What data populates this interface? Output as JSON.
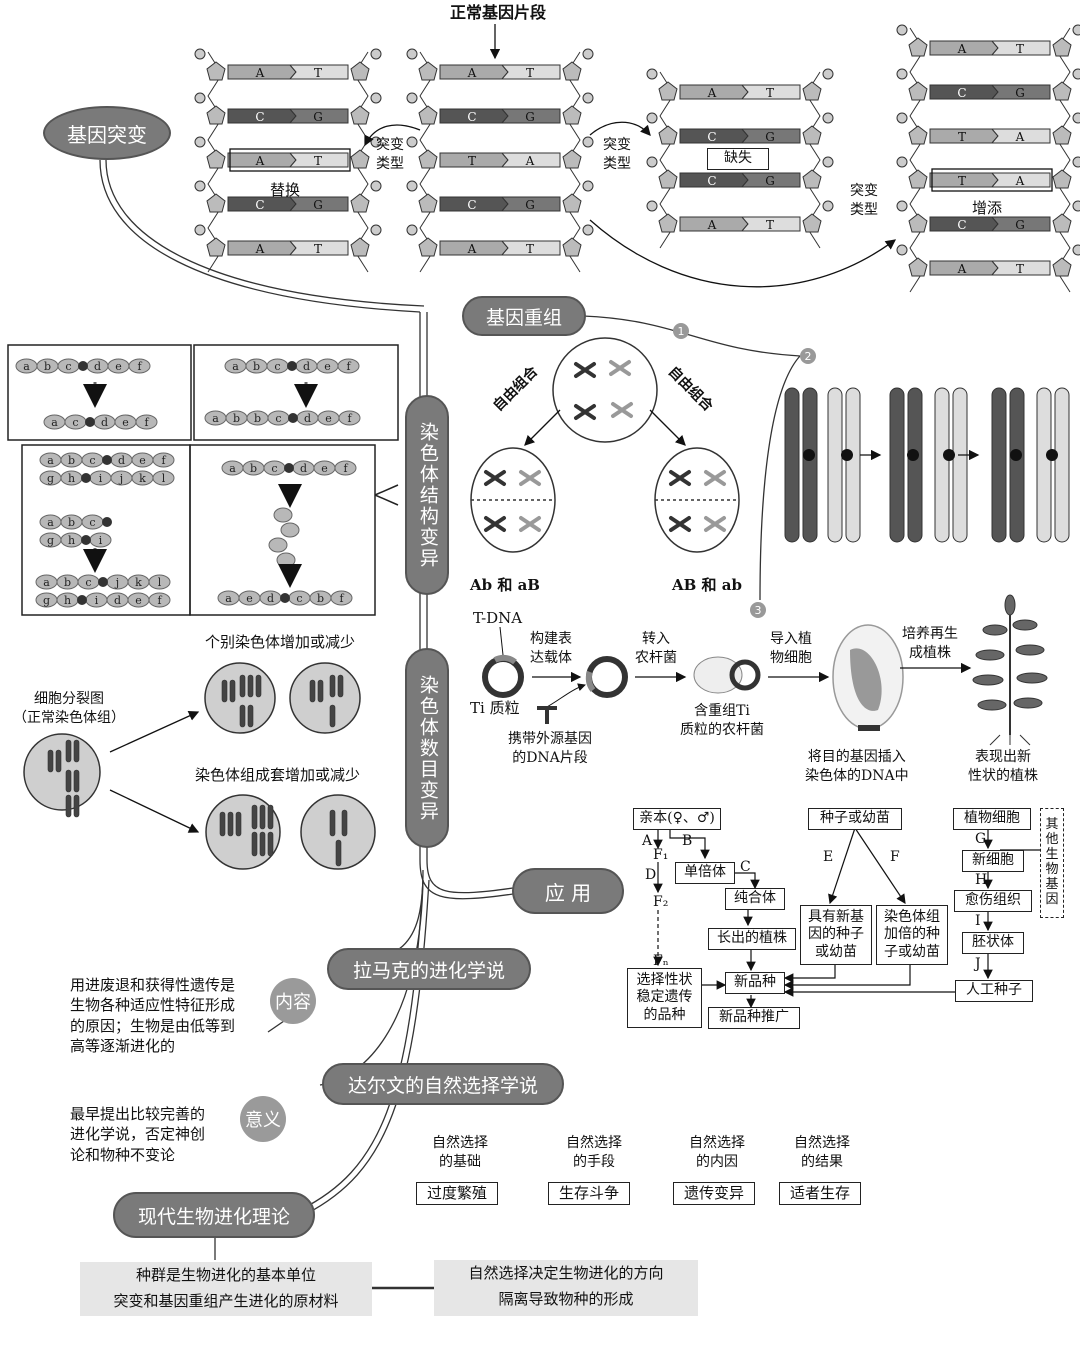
{
  "mutation": {
    "title": "基因突变",
    "normal_label": "正常基因片段",
    "type_label": "突变\n类型",
    "substitution": "替换",
    "deletion": "缺失",
    "insertion": "增添",
    "bases": {
      "A": "A",
      "T": "T",
      "C": "C",
      "G": "G"
    }
  },
  "recombination": {
    "title": "基因重组",
    "free_combo": "自由组合",
    "result_left": "Ab 和 aB",
    "result_right": "AB 和 ab",
    "markers": [
      "1",
      "2",
      "3"
    ]
  },
  "chrom_structure": {
    "title": "染色体结构变异",
    "genes_top": [
      "a",
      "b",
      "c",
      "d",
      "e",
      "f"
    ],
    "genes_bottom": [
      "g",
      "h",
      "i",
      "j",
      "k",
      "l"
    ]
  },
  "chrom_number": {
    "title": "染色体数目变异",
    "cell_label": "细胞分裂图\n（正常染色体组）",
    "individual": "个别染色体增加或减少",
    "set": "染色体组成套增加或减少"
  },
  "transgenic": {
    "tdna": "T-DNA",
    "ti": "Ti 质粒",
    "step1": "构建表\n达载体",
    "foreign": "携带外源基因\n的DNA片段",
    "step2": "转入\n农杆菌",
    "agro": "含重组Ti\n质粒的农杆菌",
    "step3": "导入植\n物细胞",
    "insert": "将目的基因插入\n染色体的DNA中",
    "step4": "培养再生\n成植株",
    "plant": "表现出新\n性状的植株"
  },
  "application": {
    "title": "应  用",
    "parent": "亲本(♀、♂)",
    "f1": "F₁",
    "f2": "F₂",
    "fn": "Fₙ",
    "letters": [
      "A",
      "B",
      "C",
      "D",
      "E",
      "F",
      "G",
      "H",
      "I",
      "J"
    ],
    "haploid": "单倍体",
    "homozygous": "纯合体",
    "grown": "长出的植株",
    "select": "选择性状\n稳定遗传\n的品种",
    "new_variety": "新品种",
    "promote": "新品种推广",
    "seed": "种子或幼苗",
    "new_gene_seed": "具有新基\n因的种子\n或幼苗",
    "doubled": "染色体组\n加倍的种\n子或幼苗",
    "plant_cell": "植物细胞",
    "other_gene": "其\n他\n生\n物\n基\n因",
    "new_cell": "新细胞",
    "callus": "愈伤组织",
    "embryoid": "胚状体",
    "artificial_seed": "人工种子"
  },
  "lamarck": {
    "title": "拉马克的进化学说",
    "content_tag": "内容",
    "content": "用进废退和获得性遗传是\n生物各种适应性特征形成\n的原因；生物是由低等到\n高等逐渐进化的",
    "meaning_tag": "意义",
    "meaning": "最早提出比较完善的\n进化学说，否定神创\n论和物种不变论"
  },
  "darwin": {
    "title": "达尔文的自然选择学说",
    "items": [
      {
        "head": "自然选择\n的基础",
        "value": "过度繁殖"
      },
      {
        "head": "自然选择\n的手段",
        "value": "生存斗争"
      },
      {
        "head": "自然选择\n的内因",
        "value": "遗传变异"
      },
      {
        "head": "自然选择\n的结果",
        "value": "适者生存"
      }
    ]
  },
  "modern": {
    "title": "现代生物进化理论",
    "left": [
      "种群是生物进化的基本单位",
      "突变和基因重组产生进化的原材料"
    ],
    "right": [
      "自然选择决定生物进化的方向",
      "隔离导致物种的形成"
    ]
  }
}
